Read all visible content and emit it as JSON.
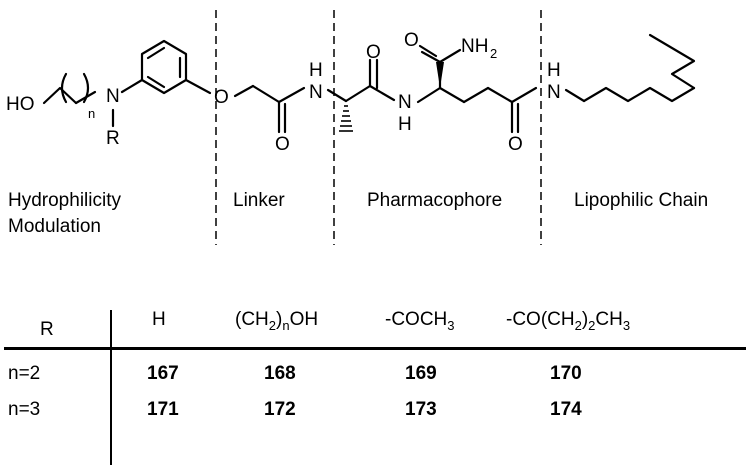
{
  "structure": {
    "atoms": {
      "ho": "HO",
      "n_sub": "n",
      "n_amine": "N",
      "r": "R",
      "o_ether": "O",
      "nh_1_n": "N",
      "nh_1_h": "H",
      "o_carbonyl_1": "O",
      "o_carbonyl_2": "O",
      "nh_2_n": "N",
      "nh_2_h": "H",
      "o_amide": "O",
      "nh2_amide": "NH",
      "nh2_sub": "2",
      "o_carbonyl_3": "O",
      "nh_3_h": "H",
      "nh_3_n": "N"
    },
    "sections": [
      {
        "line1": "Hydrophilicity",
        "line2": "Modulation"
      },
      {
        "line1": "Linker"
      },
      {
        "line1": "Pharmacophore"
      },
      {
        "line1": "Lipophilic Chain"
      }
    ]
  },
  "table": {
    "corner_label": "R",
    "columns": [
      {
        "text": "H"
      },
      {
        "pre": "(CH",
        "sub": "2",
        "post": ")",
        "sub2": "n",
        "post2": "OH"
      },
      {
        "pre": "-COCH",
        "sub": "3"
      },
      {
        "pre": "-CO(CH",
        "sub": "2",
        "post": ")",
        "sub2": "2",
        "post2": "CH",
        "sub3": "3"
      }
    ],
    "rows": [
      {
        "label": "n=2",
        "values": [
          "167",
          "168",
          "169",
          "170"
        ]
      },
      {
        "label": "n=3",
        "values": [
          "171",
          "172",
          "173",
          "174"
        ]
      }
    ]
  }
}
